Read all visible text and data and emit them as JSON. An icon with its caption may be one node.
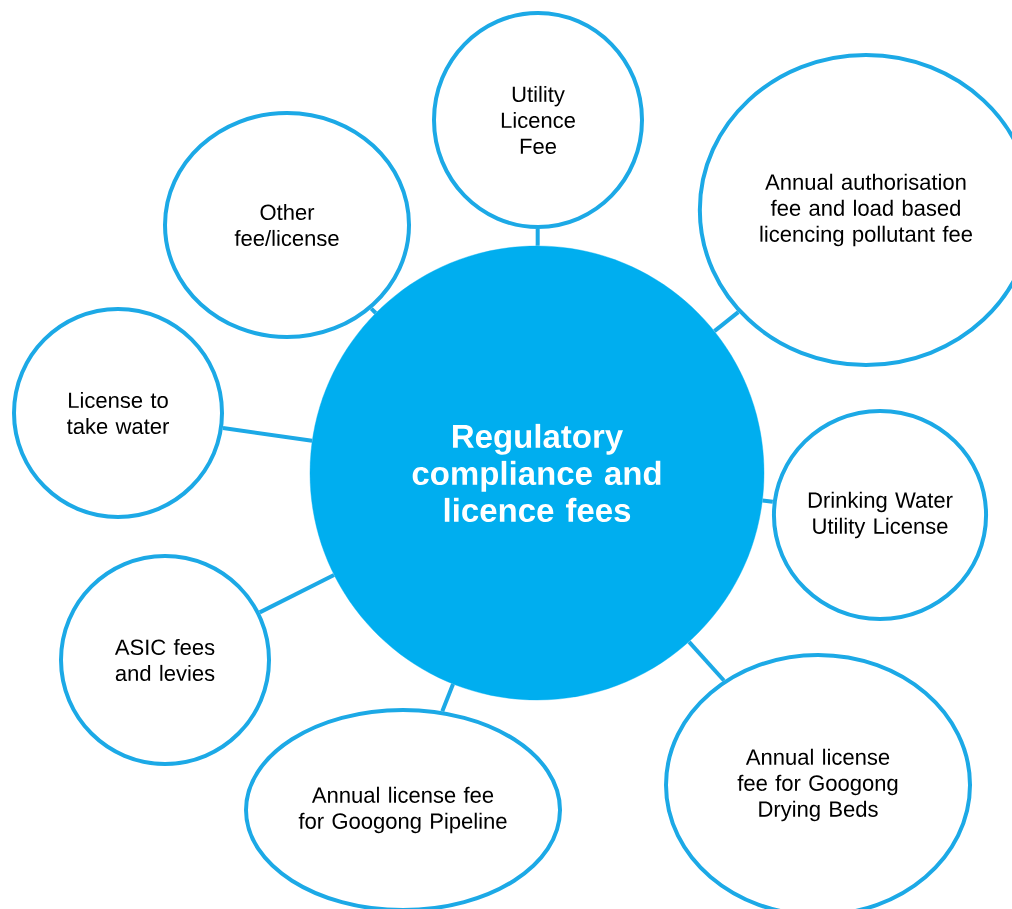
{
  "diagram": {
    "nodes": [
      {
        "text": [
          "Regulatory compliance and licence fees"
        ]
      },
      {
        "text": [
          "Utility Licence Fee"
        ]
      },
      {
        "text": [
          "Annual authorisation fee and load based licencing pollutant fee"
        ]
      },
      {
        "text": [
          "Other fee/license"
        ]
      },
      {
        "text": [
          "License to take water"
        ]
      },
      {
        "text": [
          "Drinking Water Utility License"
        ]
      },
      {
        "text": [
          "ASIC fees and levies"
        ]
      },
      {
        "text": [
          "Annual license fee for Googong Drying Beds"
        ]
      },
      {
        "text": [
          "Annual license fee for Googong Pipeline"
        ]
      }
    ],
    "edges": [
      {
        "from": 0,
        "to": 1,
        "arrow": "none"
      },
      {
        "from": 0,
        "to": 2,
        "arrow": "none"
      },
      {
        "from": 0,
        "to": 3,
        "arrow": "none"
      },
      {
        "from": 0,
        "to": 4,
        "arrow": "none"
      },
      {
        "from": 0,
        "to": 5,
        "arrow": "none"
      },
      {
        "from": 0,
        "to": 6,
        "arrow": "none"
      },
      {
        "from": 0,
        "to": 7,
        "arrow": "none"
      },
      {
        "from": 0,
        "to": 8,
        "arrow": "none"
      }
    ]
  }
}
